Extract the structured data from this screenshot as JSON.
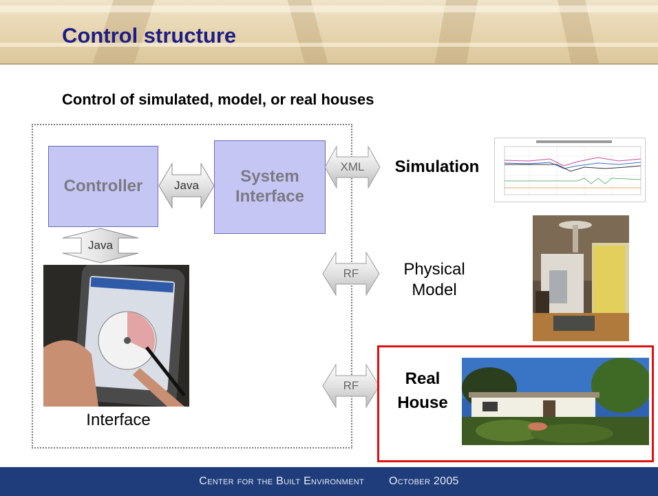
{
  "slide": {
    "title": "Control structure",
    "subtitle": "Control of simulated, model, or real houses"
  },
  "diagram": {
    "controller_label": "Controller",
    "system_interface_label": "System Interface",
    "arrows": {
      "controller_to_system": "Java",
      "controller_to_interface": "Java",
      "to_simulation": "XML",
      "to_physical_model": "RF",
      "to_real_house": "RF"
    },
    "interface_label": "Interface",
    "simulation_label": "Simulation",
    "physical_model_label": "Physical Model",
    "real_house_label": "Real House"
  },
  "footer": {
    "org": "Center for the Built Environment",
    "date": "October 2005"
  },
  "colors": {
    "title": "#1d1d86",
    "box_fill": "#c6c6f4",
    "highlight": "#e01010",
    "footer_bg": "#1f3d7a"
  },
  "icons": [
    "pda-device-photo",
    "simulation-chart-thumbnail",
    "physical-model-photo",
    "real-house-photo"
  ]
}
